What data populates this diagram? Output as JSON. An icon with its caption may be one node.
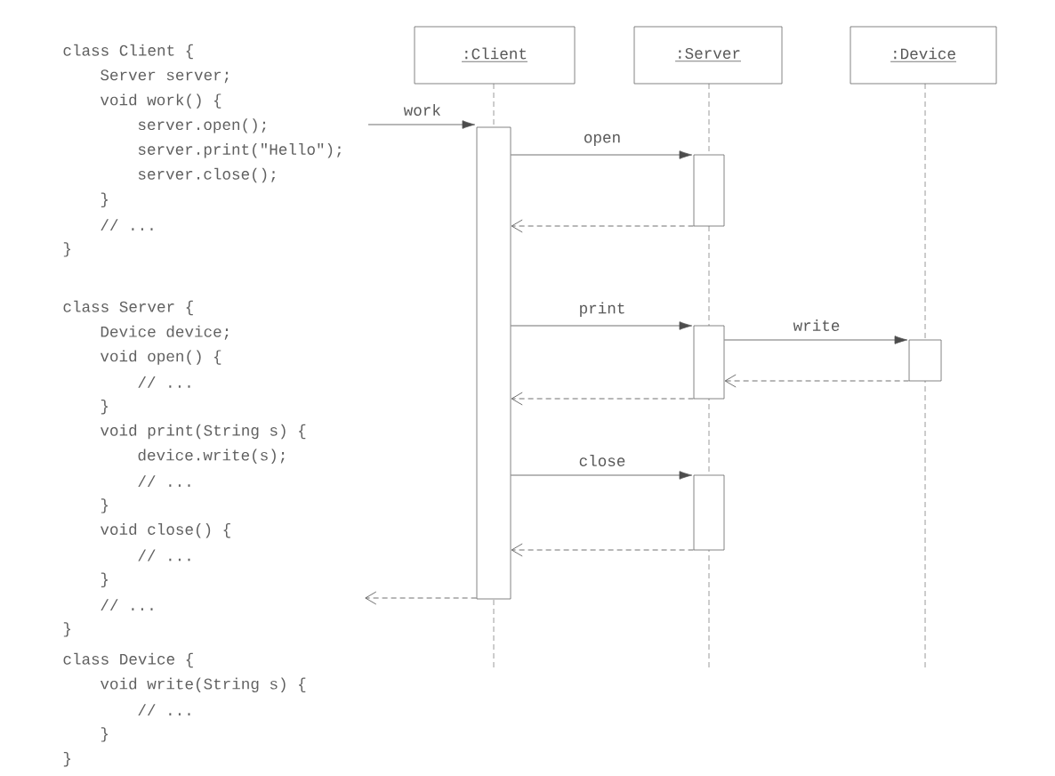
{
  "diagram": {
    "nodes": [
      {
        "text": [
          ":Client"
        ]
      },
      {
        "text": [
          ":Server"
        ]
      },
      {
        "text": [
          ":Device"
        ]
      },
      {
        "text": [],
        "shape": "bar"
      },
      {
        "text": [],
        "shape": "bar"
      },
      {
        "text": [],
        "shape": "bar"
      },
      {
        "text": [],
        "shape": "bar"
      },
      {
        "text": [],
        "shape": "bar"
      }
    ],
    "edges": [
      {
        "from": null,
        "to": 3,
        "arrow": "to",
        "label": "work"
      },
      {
        "from": 3,
        "to": 4,
        "arrow": "to",
        "label": "open"
      },
      {
        "from": 4,
        "to": 3,
        "arrow": "to",
        "style": "dashed"
      },
      {
        "from": 3,
        "to": 5,
        "arrow": "to",
        "label": "print"
      },
      {
        "from": 5,
        "to": 6,
        "arrow": "to",
        "label": "write"
      },
      {
        "from": 6,
        "to": 5,
        "arrow": "to",
        "style": "dashed"
      },
      {
        "from": 5,
        "to": 3,
        "arrow": "to",
        "style": "dashed"
      },
      {
        "from": 3,
        "to": 7,
        "arrow": "to",
        "label": "close"
      },
      {
        "from": 7,
        "to": 3,
        "arrow": "to",
        "style": "dashed"
      },
      {
        "from": 3,
        "to": null,
        "arrow": "to",
        "style": "dashed"
      }
    ],
    "labels": [
      "class Client {",
      "Server server;",
      "void work() {",
      "server.open();",
      "server.print(\"Hello\");",
      "server.close();",
      "}",
      "// ...",
      "}",
      "class Server {",
      "Device device;",
      "void open() {",
      "// ...",
      "}",
      "void print(String s) {",
      "device.write(s);",
      "// ...",
      "}",
      "void close() {",
      "// ...",
      "}",
      "// ...",
      "}",
      "class Device {",
      "void write(String s) {",
      "// ...",
      "}",
      "}"
    ]
  }
}
